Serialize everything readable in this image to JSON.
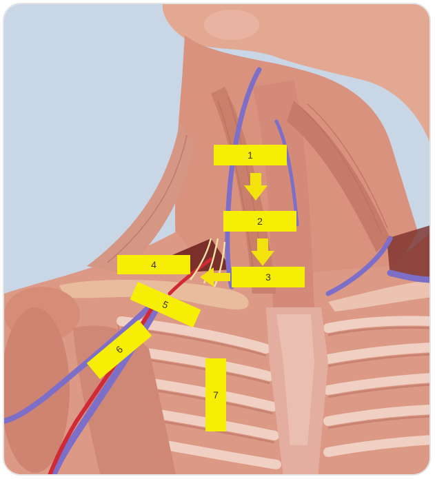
{
  "diagram": {
    "colors": {
      "background": "#c9d6e6",
      "skin": "#e6aa95",
      "muscle": "#d98f7d",
      "bone": "#e8bdaa",
      "vein": "#7d6fc8",
      "artery": "#cf2a35",
      "label_fill": "#f7ee06",
      "arrow": "#f3e20c"
    },
    "labels": [
      {
        "id": "1",
        "text": "1"
      },
      {
        "id": "2",
        "text": "2"
      },
      {
        "id": "3",
        "text": "3"
      },
      {
        "id": "4",
        "text": "4"
      },
      {
        "id": "5",
        "text": "5"
      },
      {
        "id": "6",
        "text": "6"
      },
      {
        "id": "7",
        "text": "7"
      }
    ],
    "arrows": [
      {
        "from": "1",
        "to": "2",
        "direction": "down"
      },
      {
        "from": "2",
        "to": "3",
        "direction": "down"
      },
      {
        "from": "3",
        "to": "4",
        "direction": "left"
      }
    ]
  }
}
